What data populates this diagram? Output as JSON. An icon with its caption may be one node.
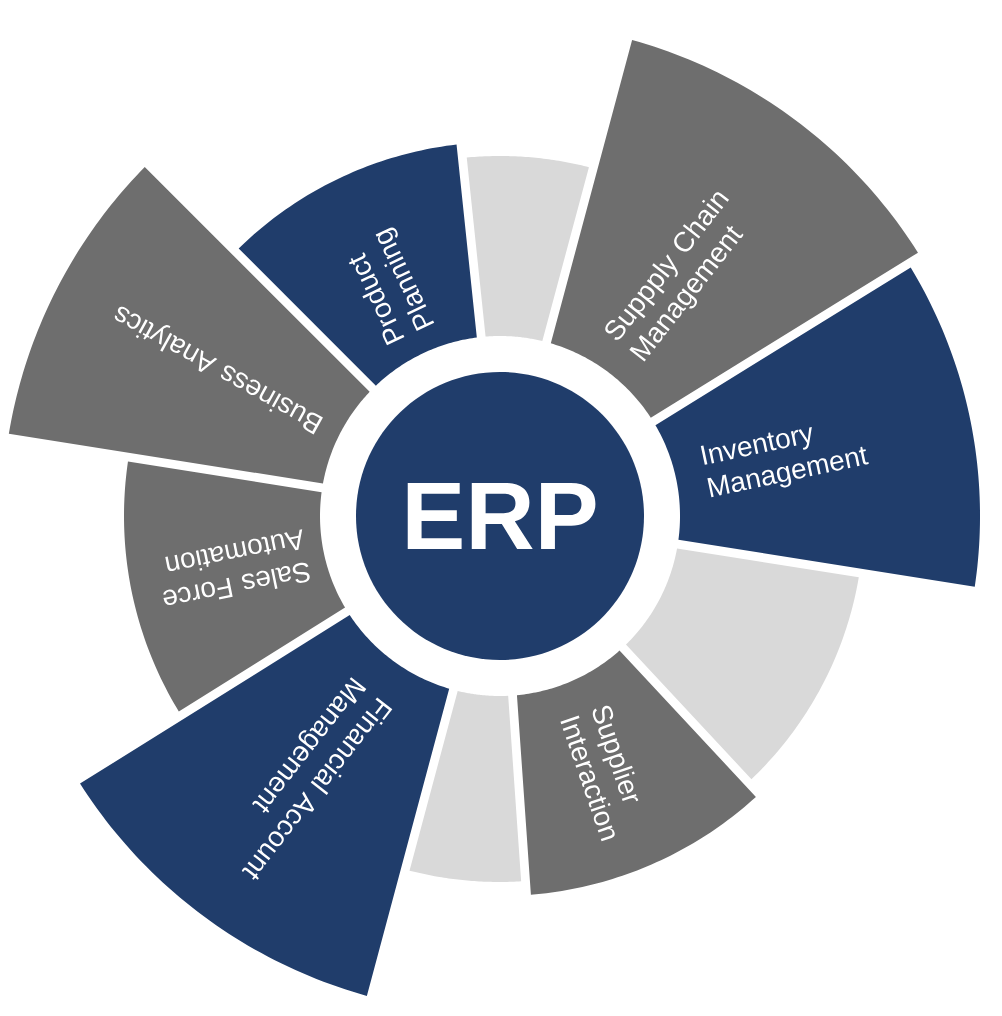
{
  "diagram": {
    "nodes": [
      {
        "text": [
          "ERP"
        ]
      },
      {
        "text": [
          "Product Planning"
        ]
      },
      {
        "text": [],
        "shape": "sector"
      },
      {
        "text": [
          "Suppply Chain Management"
        ]
      },
      {
        "text": [
          "Inventory Management"
        ]
      },
      {
        "text": [],
        "shape": "sector"
      },
      {
        "text": [
          "Supplier Interaction"
        ]
      },
      {
        "text": [],
        "shape": "sector"
      },
      {
        "text": [
          "Financial Account Management"
        ]
      },
      {
        "text": [
          "Sales Force Automation"
        ]
      },
      {
        "text": [
          "Business Analytics"
        ]
      }
    ]
  }
}
